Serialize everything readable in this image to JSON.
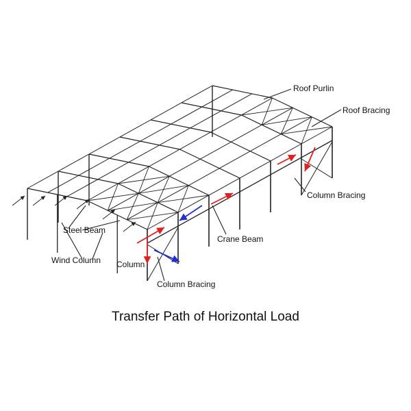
{
  "title": "Transfer Path of Horizontal Load",
  "labels": {
    "roof_purlin": "Roof Purlin",
    "roof_bracing": "Roof Bracing",
    "column_bracing_right": "Column Bracing",
    "crane_beam": "Crane Beam",
    "steel_beam": "Steel Beam",
    "wind_column": "Wind Column",
    "column": "Column",
    "column_bracing_bottom": "Column Bracing"
  },
  "colors": {
    "structure": "#222222",
    "load_path": "#e02020",
    "load_path_alt": "#2030d0"
  }
}
